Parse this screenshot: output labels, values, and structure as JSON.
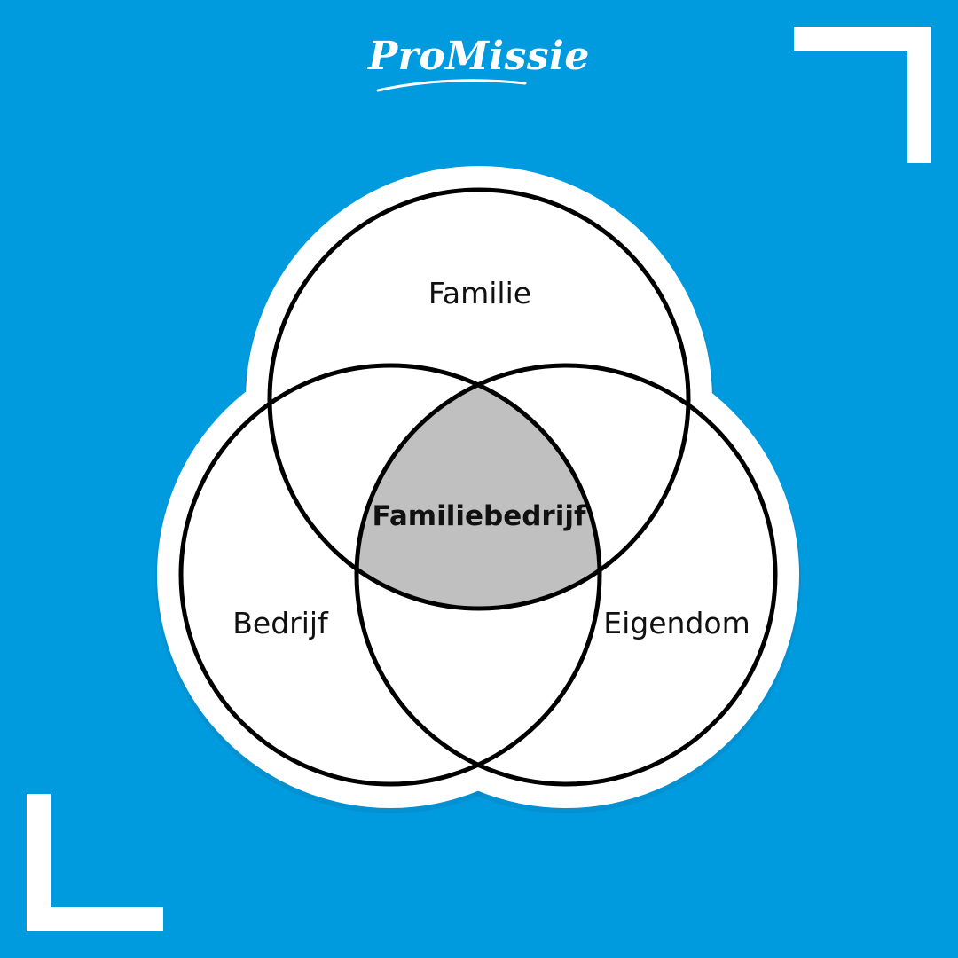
{
  "brand": {
    "name": "ProMissie"
  },
  "colors": {
    "background": "#009ADE",
    "white": "#FFFFFF",
    "stroke": "#000000",
    "center_fill": "#C0C0C0"
  },
  "diagram": {
    "circles": [
      {
        "label": "Familie"
      },
      {
        "label": "Bedrijf"
      },
      {
        "label": "Eigendom"
      }
    ],
    "center_label": "Familiebedrijf"
  }
}
